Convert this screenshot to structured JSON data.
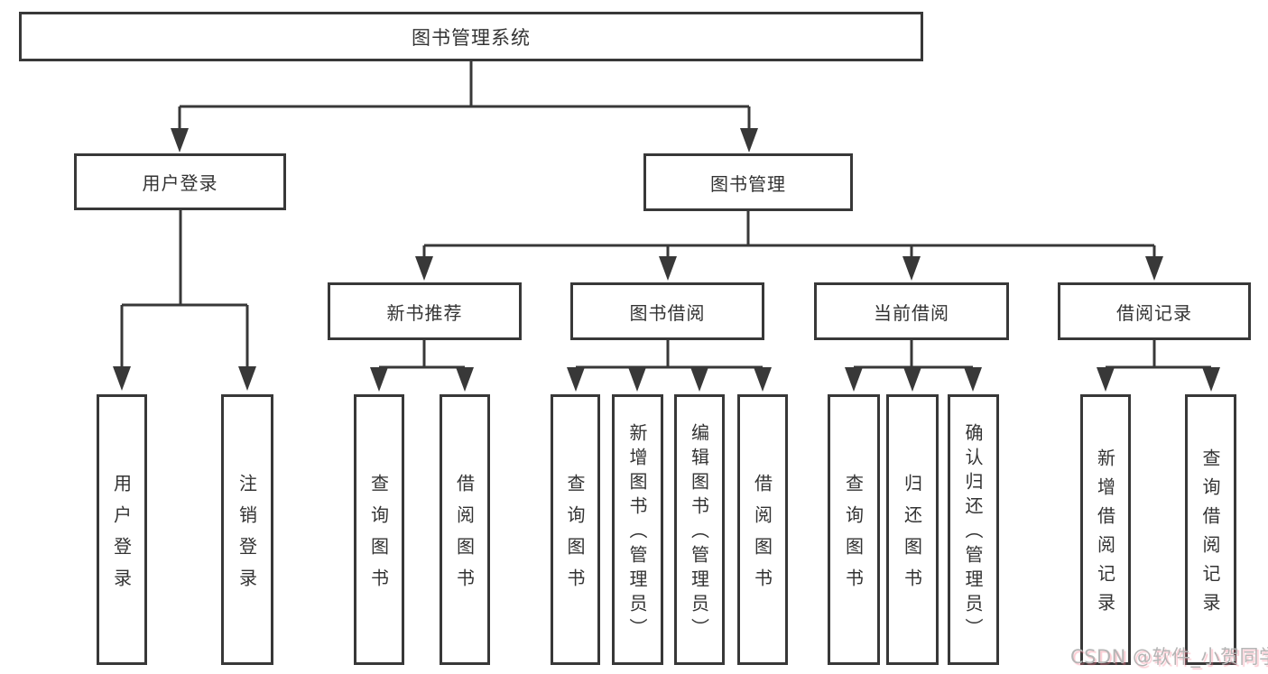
{
  "diagram": {
    "root": {
      "label": "图书管理系统"
    },
    "branches": [
      {
        "label": "用户登录",
        "children": [
          {
            "label": "用户登录"
          },
          {
            "label": "注销登录"
          }
        ]
      },
      {
        "label": "图书管理",
        "children": [
          {
            "label": "新书推荐",
            "children": [
              {
                "label": "查询图书"
              },
              {
                "label": "借阅图书"
              }
            ]
          },
          {
            "label": "图书借阅",
            "children": [
              {
                "label": "查询图书"
              },
              {
                "label": "新增图书（管理员）"
              },
              {
                "label": "编辑图书（管理员）"
              },
              {
                "label": "借阅图书"
              }
            ]
          },
          {
            "label": "当前借阅",
            "children": [
              {
                "label": "查询图书"
              },
              {
                "label": "归还图书"
              },
              {
                "label": "确认归还（管理员）"
              }
            ]
          },
          {
            "label": "借阅记录",
            "children": [
              {
                "label": "新增借阅记录"
              },
              {
                "label": "查询借阅记录"
              }
            ]
          }
        ]
      }
    ]
  },
  "watermark": {
    "text": "CSDN @软件_小贺同学"
  },
  "colors": {
    "line": "#383838",
    "text": "#333333",
    "watermark_gray": "#b5b5b5",
    "watermark_pink": "#fa788c"
  }
}
